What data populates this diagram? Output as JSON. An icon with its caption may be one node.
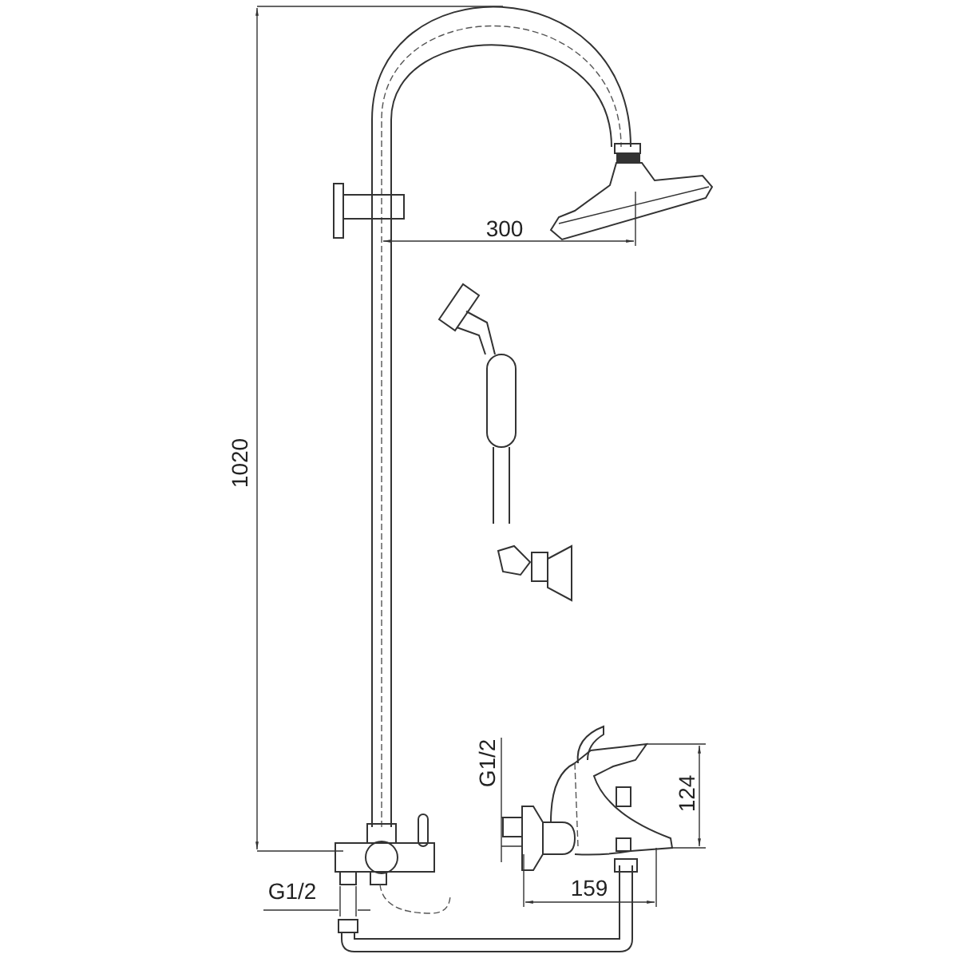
{
  "diagram": {
    "labels": [
      "300",
      "1020",
      "G1/2",
      "124",
      "159",
      "G1/2"
    ]
  }
}
